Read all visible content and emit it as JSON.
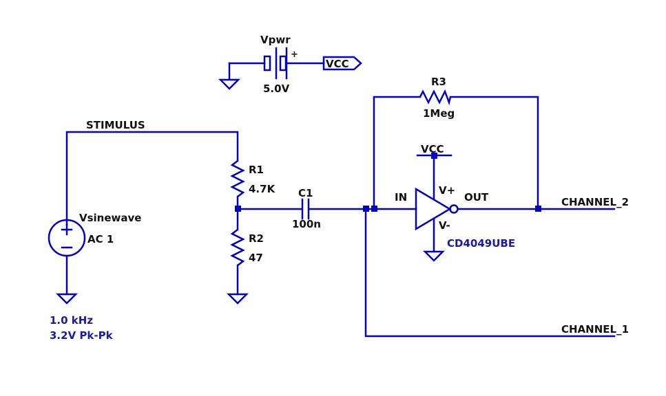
{
  "colors": {
    "wire": "#0000c8",
    "component": "#0000c8",
    "label_text": "#111111",
    "attribute_text": "#1a1aa8",
    "background": "#ffffff"
  },
  "battery": {
    "name": "Vpwr",
    "value": "5.0V",
    "plus": "+"
  },
  "vcc_flag": {
    "label": "VCC"
  },
  "r3": {
    "name": "R3",
    "value": "1Meg"
  },
  "net_stimulus": {
    "label": "STIMULUS"
  },
  "r1": {
    "name": "R1",
    "value": "4.7K"
  },
  "r2": {
    "name": "R2",
    "value": "47"
  },
  "c1": {
    "name": "C1",
    "value": "100n"
  },
  "source": {
    "name": "Vsinewave",
    "value": "AC 1",
    "plus": "+",
    "minus": "−",
    "freq": "1.0 kHz",
    "amplitude": "3.2V Pk-Pk"
  },
  "buffer": {
    "vcc_label": "VCC",
    "pin_in": "IN",
    "pin_vplus": "V+",
    "pin_out": "OUT",
    "pin_vminus": "V-",
    "part": "CD4049UBE"
  },
  "net_channel_2": {
    "label": "CHANNEL_2"
  },
  "net_channel_1": {
    "label": "CHANNEL_1"
  }
}
